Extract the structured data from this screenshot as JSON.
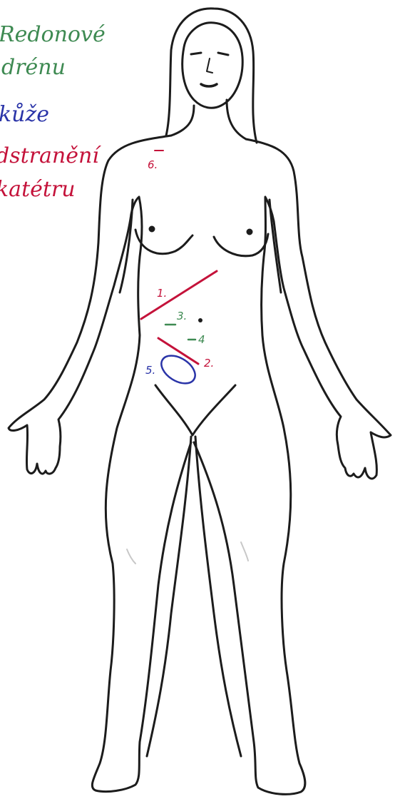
{
  "colors": {
    "outline": "#1c1c1c",
    "green": "#3e8a52",
    "blue": "#2a34a8",
    "red": "#c4123a",
    "paper": "#ffffff"
  },
  "legend": {
    "line1": "Redonové",
    "line2": "drénu",
    "line3": "kůže",
    "line4": "dstranění",
    "line5": "katétru"
  },
  "marks": {
    "m1": "1.",
    "m2": "2.",
    "m3": "3.",
    "m4": "4",
    "m5": "5.",
    "m6": "6."
  }
}
